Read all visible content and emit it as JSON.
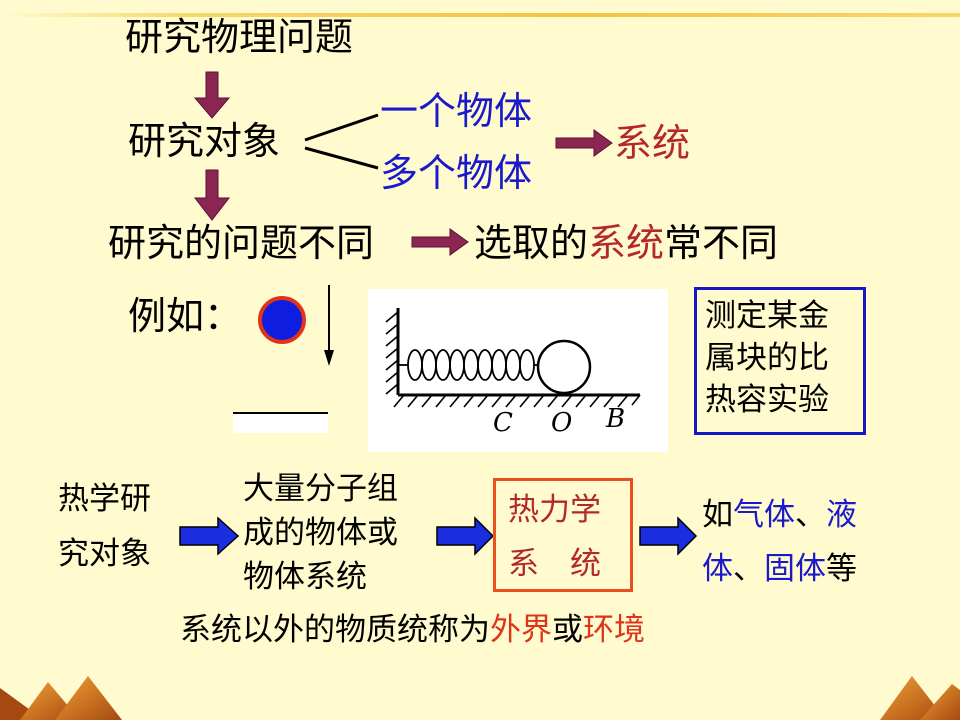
{
  "row1": {
    "top": "研究物理问题"
  },
  "row2": {
    "object": "研究对象",
    "one_body": "一个物体",
    "many_bodies": "多个物体",
    "system": "系统"
  },
  "row3": {
    "left": "研究的问题不同",
    "right_a": "选取的",
    "right_b": "系统",
    "right_c": "常不同"
  },
  "example": {
    "label": "例如：",
    "spring_labels": [
      "C",
      "O",
      "B"
    ],
    "box_lines": [
      "测定某金",
      "属块的比",
      "热容实验"
    ]
  },
  "thermo": {
    "left_lines": [
      "热学研",
      "究对象"
    ],
    "middle_lines": [
      "大量分子组",
      "成的物体或",
      "物体系统"
    ],
    "box_lines": [
      "热力学",
      "系　统"
    ],
    "right_line1_a": "如",
    "right_line1_b": "气体",
    "right_line1_c": "、",
    "right_line1_d": "液",
    "right_line2_a": "体",
    "right_line2_b": "、",
    "right_line2_c": "固体",
    "right_line2_d": "等"
  },
  "bottom": {
    "a": "系统以外的物质统称为",
    "b": "外界",
    "c": "或",
    "d": "环境"
  },
  "colors": {
    "background": "#fffbcf",
    "blue_text": "#1a1acc",
    "red_text": "#b3282a",
    "orange_text": "#e0341a",
    "arrow_maroon": "#8b2552",
    "arrow_blue": "#1a2ee0",
    "ball_blue": "#0e1de0",
    "ball_ring": "#e0341a"
  }
}
